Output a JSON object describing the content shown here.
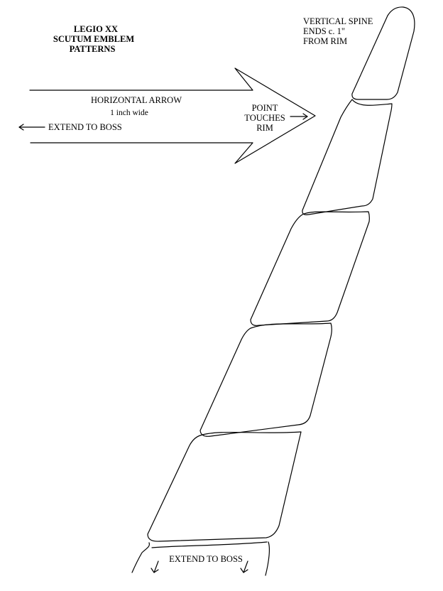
{
  "title": {
    "line1": "LEGIO XX",
    "line2": "SCUTUM EMBLEM",
    "line3": "PATTERNS"
  },
  "arrow_labels": {
    "name": "HORIZONTAL ARROW",
    "width": "1 inch wide",
    "extend": "EXTEND TO BOSS",
    "point1": "POINT",
    "point2": "TOUCHES",
    "point3": "RIM"
  },
  "spine_labels": {
    "top1": "VERTICAL SPINE",
    "top2": "ENDS c. 1\"",
    "top3": "FROM RIM",
    "bottom_extend": "EXTEND TO BOSS"
  }
}
